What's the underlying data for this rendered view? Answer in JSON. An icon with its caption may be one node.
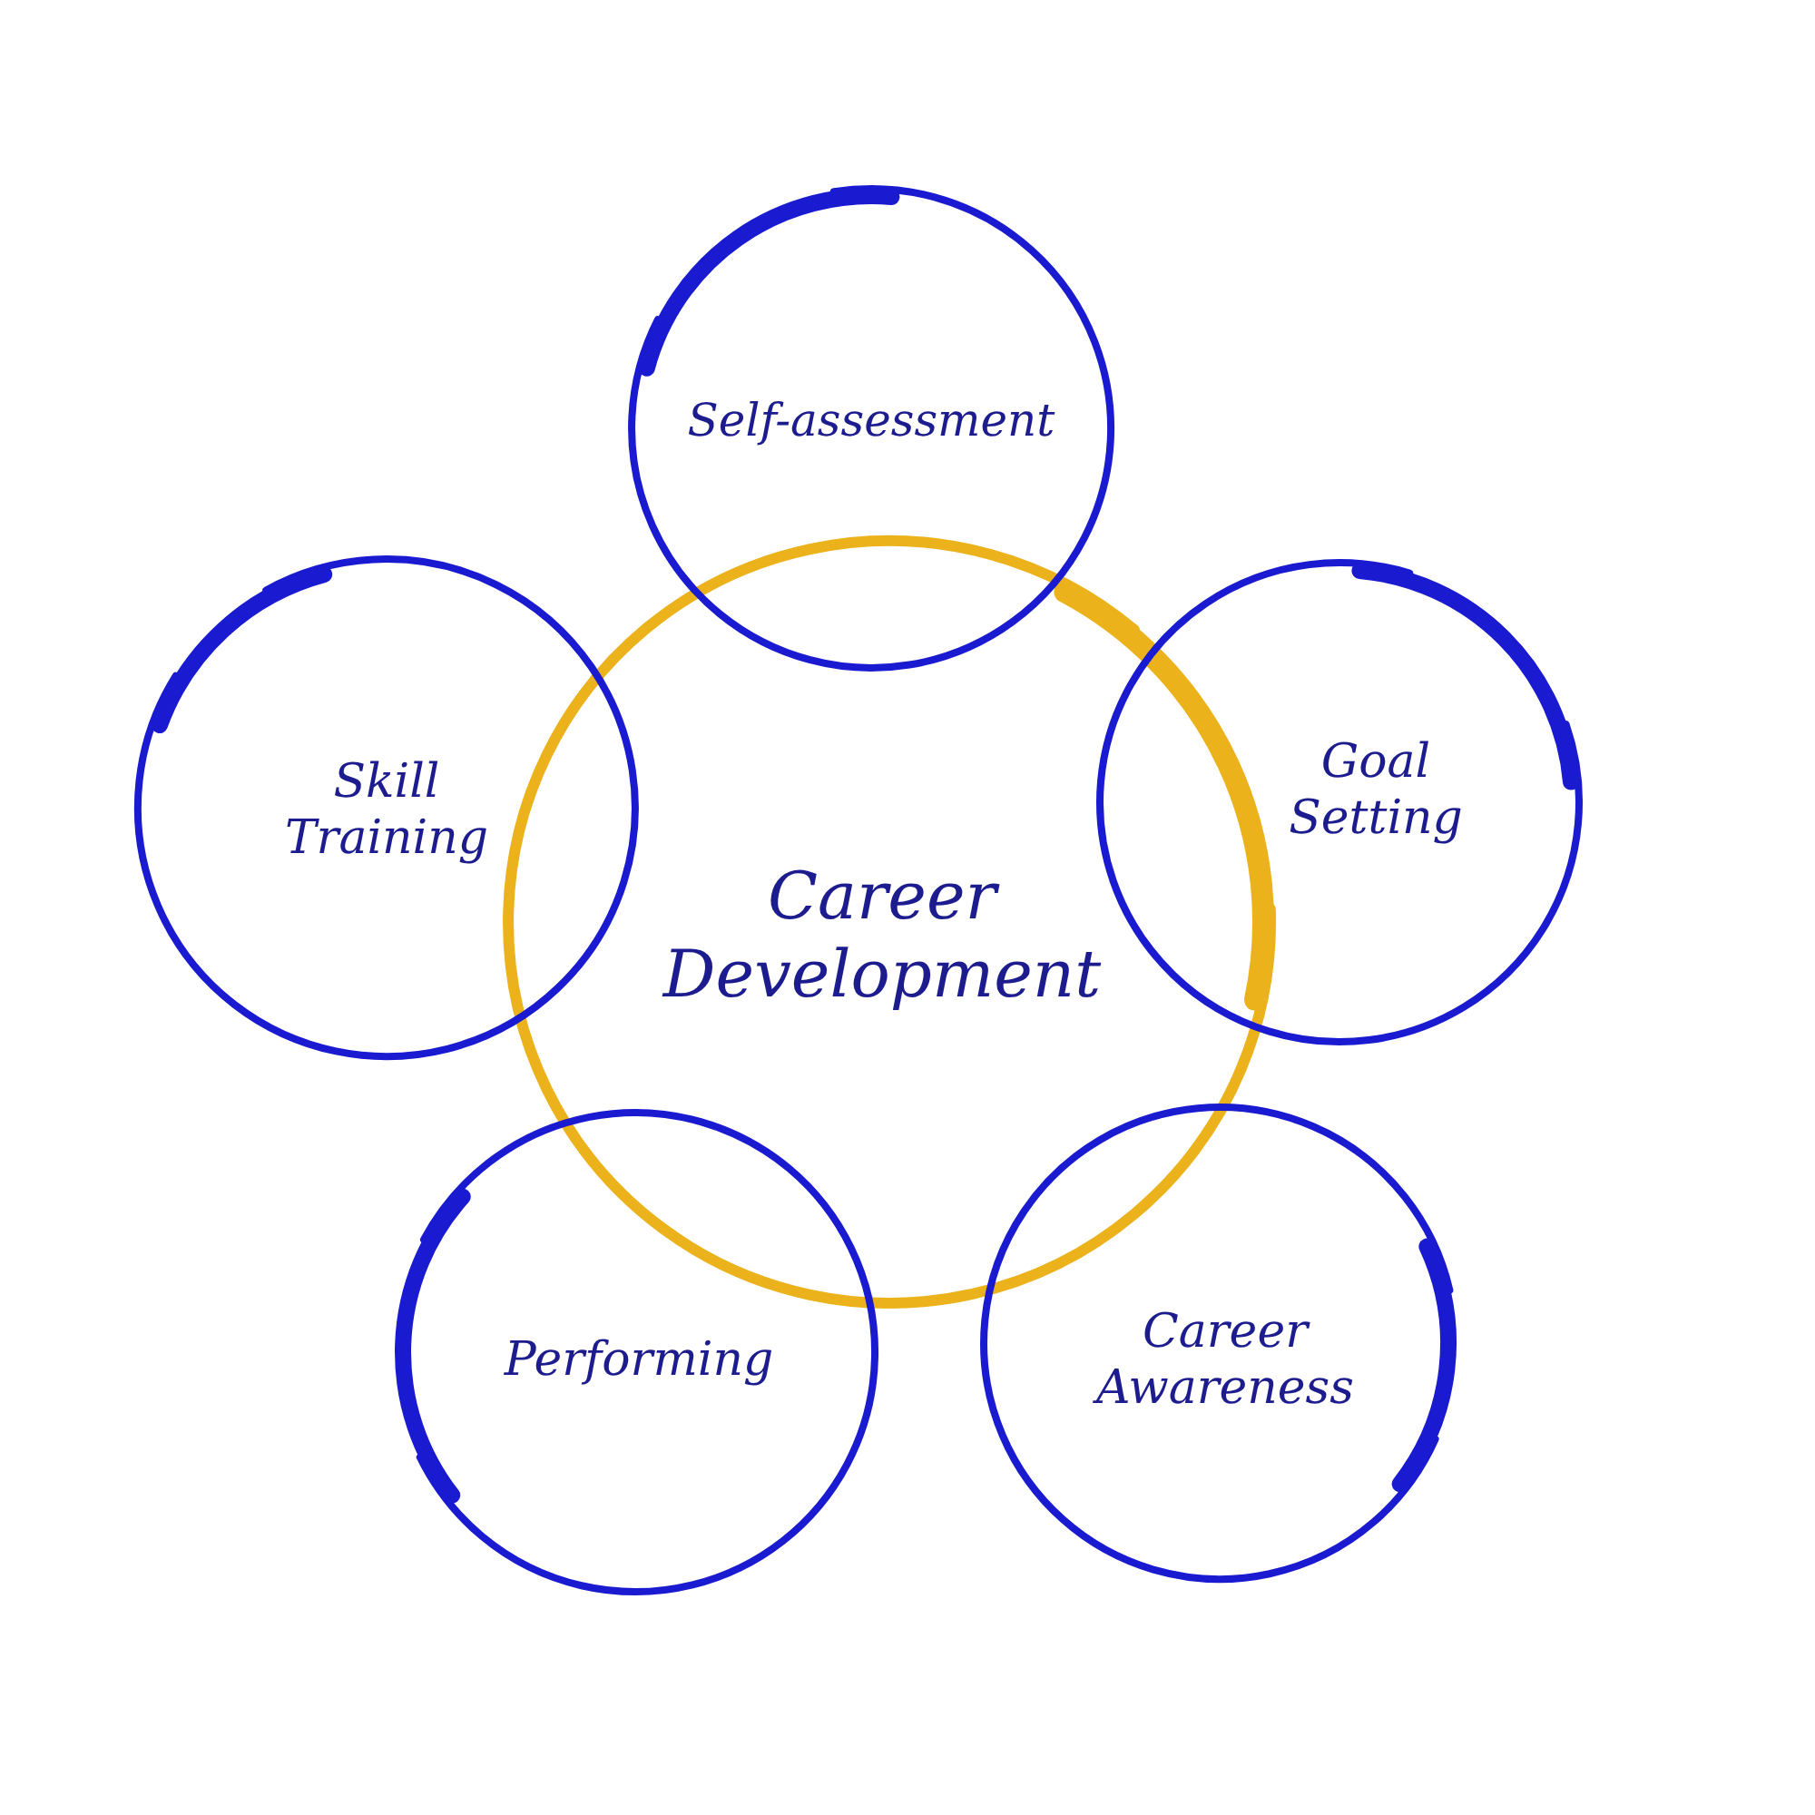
{
  "diagram": {
    "nodes": [
      {
        "text": [
          "Career Development"
        ]
      },
      {
        "text": [
          "Self-assessment"
        ]
      },
      {
        "text": [
          "Goal Setting"
        ]
      },
      {
        "text": [
          "Career Awareness"
        ]
      },
      {
        "text": [
          "Performing"
        ]
      },
      {
        "text": [
          "Skill Training"
        ]
      }
    ]
  }
}
